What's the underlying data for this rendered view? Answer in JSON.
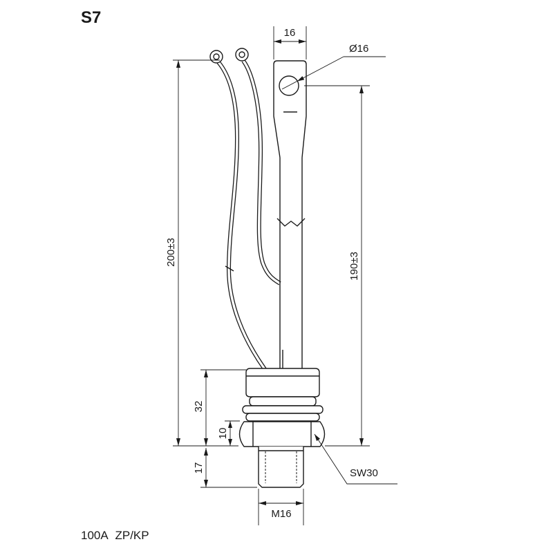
{
  "title": "S7",
  "footer": "100A ZP/KP",
  "dimensions": {
    "lug_width": "16",
    "hole_diameter": "Ø16",
    "total_length": "200±3",
    "terminal_length": "190±3",
    "base_height": "32",
    "nut_height": "10",
    "thread_length": "17",
    "wrench_size": "SW30",
    "thread_size": "M16"
  },
  "colors": {
    "line": "#1a1a1a",
    "background": "#ffffff"
  }
}
